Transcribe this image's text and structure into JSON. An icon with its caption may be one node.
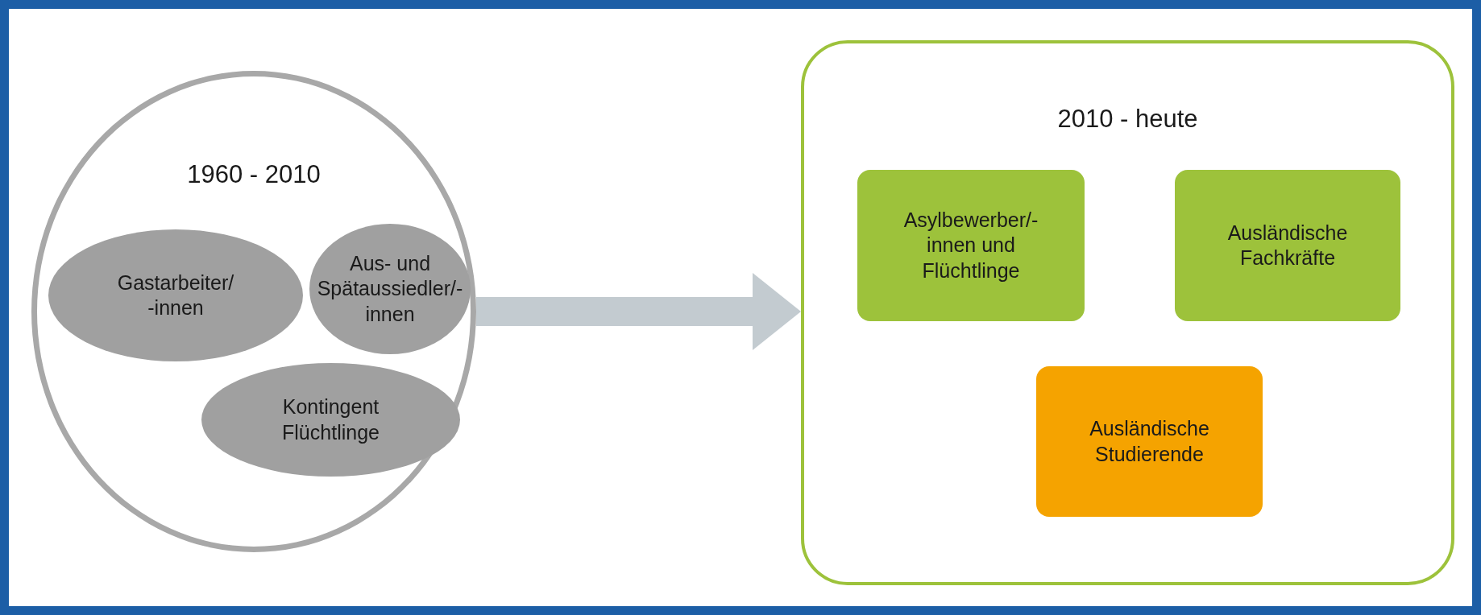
{
  "diagram": {
    "nodes": [
      {
        "text": [
          "1960 - 2010"
        ]
      },
      {
        "text": [
          "Gastarbeiter/ -innen"
        ],
        "in": 0
      },
      {
        "text": [
          "Aus- und Spätaussiedler/- innen"
        ],
        "in": 0
      },
      {
        "text": [
          "Kontingent Flüchtlinge"
        ],
        "in": 0
      },
      {
        "text": [
          "2010 - heute"
        ]
      },
      {
        "text": [
          "Asylbewerber/- innen und Flüchtlinge"
        ],
        "in": 4
      },
      {
        "text": [
          "Ausländische Fachkräfte"
        ],
        "in": 4
      },
      {
        "text": [
          "Ausländische Studierende"
        ],
        "in": 4
      }
    ],
    "edges": [
      {
        "from": 0,
        "to": 4,
        "arrow": "to"
      }
    ]
  }
}
